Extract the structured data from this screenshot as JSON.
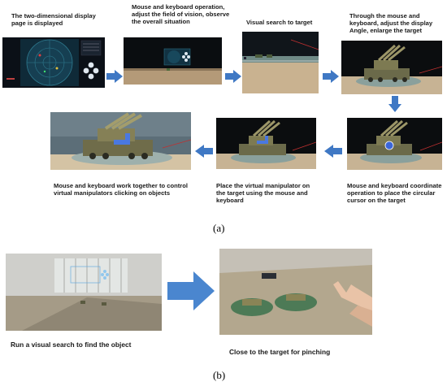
{
  "part_a": {
    "label": "(a)",
    "steps": [
      {
        "caption": "The two-dimensional display page is displayed"
      },
      {
        "caption": "Mouse and keyboard operation, adjust the field of vision, observe the overall situation"
      },
      {
        "caption": "Visual search to target"
      },
      {
        "caption": "Through the mouse and keyboard, adjust the display Angle, enlarge the target"
      },
      {
        "caption": "Mouse and keyboard coordinate operation to place the circular cursor on the target"
      },
      {
        "caption": "Place the virtual manipulator on the target using the mouse and keyboard"
      },
      {
        "caption": "Mouse and keyboard work together to control virtual manipulators clicking on objects"
      }
    ]
  },
  "part_b": {
    "label": "(b)",
    "steps": [
      {
        "caption": "Run a visual search to find the object"
      },
      {
        "caption": "Close to the target for pinching"
      }
    ]
  },
  "colors": {
    "arrow": "#3f78c4",
    "arrow_big": "#4a86cf"
  }
}
